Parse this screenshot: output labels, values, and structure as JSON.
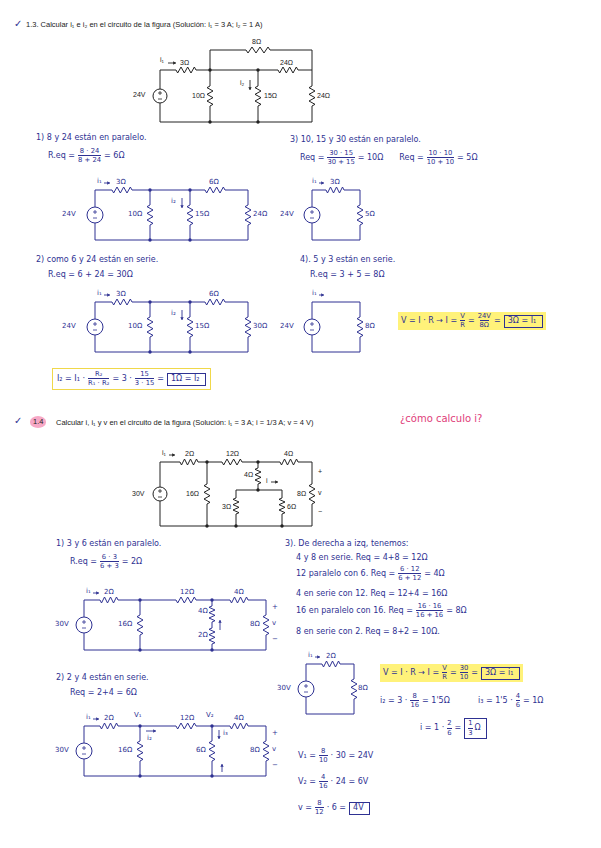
{
  "diagram": {
    "nodes": [
      {
        "text": [
          "1Ω = I₂"
        ]
      },
      {
        "text": [
          "3Ω = I₁"
        ]
      },
      {
        "text": [
          "3Ω = i₁"
        ]
      },
      {
        "text": [
          "1",
          "3",
          "Ω"
        ]
      },
      {
        "text": [
          "4V"
        ]
      }
    ],
    "labels": [
      "✓",
      "1.3. Calcular i₁ e i₂ en el circuito de la figura (Solución: i₁ = 3 A; i₂ = 1 A)",
      "i₁",
      "3Ω",
      "8Ω",
      "24Ω",
      "24V",
      "10Ω",
      "i₂",
      "15Ω",
      "24Ω",
      "1) 8 y 24 están en paralelo.",
      "R.eq =",
      "8 · 24",
      "8 + 24",
      "= 6Ω",
      "i₁",
      "3Ω",
      "6Ω",
      "24V",
      "10Ω",
      "i₂",
      "15Ω",
      "24Ω",
      "2) como 6 y 24 están en serie.",
      "R.eq = 6 + 24 = 30Ω",
      "i₁",
      "3Ω",
      "6Ω",
      "24V",
      "10Ω",
      "i₂",
      "15Ω",
      "30Ω",
      "I₂ = I₁ ·",
      "R₂",
      "R₁ · R₂",
      "= 3 ·",
      "15",
      "3 · 15",
      "=",
      "3) 10, 15 y 30 están en paralelo.",
      "Req =",
      "30 · 15",
      "30 + 15",
      "= 10Ω",
      "Req =",
      "10 · 10",
      "10 + 10",
      "= 5Ω",
      "i₁",
      "3Ω",
      "24V",
      "5Ω",
      "4). 5 y 3 están en serie.",
      "R.eq = 3 + 5 = 8Ω",
      "i₁",
      "24V",
      "8Ω",
      "V = I · R → I =",
      "V",
      "R",
      "=",
      "24V",
      "8Ω",
      "=",
      "✓",
      "1.4",
      "Calcular i, i₁ y v en el circuito de la figura (Solución: i₁ = 3 A; i = 1/3 A; v = 4 V)",
      "¿cómo calculo i?",
      "i₁",
      "2Ω",
      "12Ω",
      "4Ω",
      "30V",
      "16Ω",
      "4Ω",
      "i",
      "3Ω",
      "6Ω",
      "8Ω",
      "+",
      "v",
      "−",
      "1) 3 y 6 están en paralelo.",
      "R.eq =",
      "6 · 3",
      "6 + 3",
      "= 2Ω",
      "i₁",
      "2Ω",
      "12Ω",
      "4Ω",
      "30V",
      "16Ω",
      "4Ω",
      "2Ω",
      "8Ω",
      "+",
      "v",
      "−",
      "2) 2 y 4 están en serie.",
      "Req = 2+4 = 6Ω",
      "i₁",
      "2Ω",
      "V₁",
      "12Ω",
      "V₂",
      "4Ω",
      "30V",
      "i₂",
      "16Ω",
      "6Ω",
      "i₃",
      "8Ω",
      "+",
      "v",
      "−",
      "3). De derecha a izq, tenemos:",
      "4 y 8 en serie. Req = 4+8 = 12Ω",
      "12 paralelo con 6. Req =",
      "6 · 12",
      "6 + 12",
      "= 4Ω",
      "4 en serie con 12. Req = 12+4 = 16Ω",
      "16 en paralelo con 16. Req =",
      "16 · 16",
      "16 + 16",
      "= 8Ω",
      "8 en serie con 2. Req = 8+2 = 10Ω.",
      "i₁",
      "2Ω",
      "30V",
      "8Ω",
      "V = I · R → I =",
      "V",
      "R",
      "=",
      "30",
      "10",
      "=",
      "i₂ = 3 ·",
      "8",
      "16",
      "= 1'5Ω",
      "i₃ = 1'5 ·",
      "4",
      "6",
      "= 1Ω",
      "i = 1 ·",
      "2",
      "6",
      "=",
      "V₁ =",
      "8",
      "10",
      "· 30 = 24V",
      "V₂ =",
      "4",
      "16",
      "· 24 = 6V",
      "v =",
      "8",
      "12",
      "· 6 ="
    ]
  }
}
